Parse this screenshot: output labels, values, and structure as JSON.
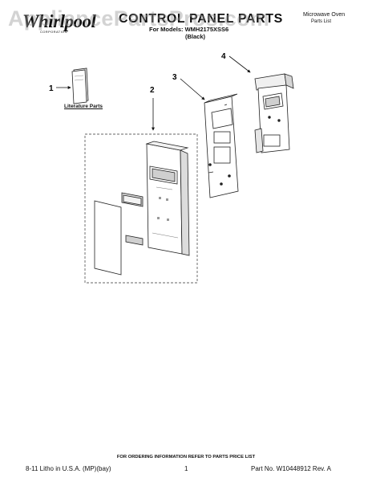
{
  "header": {
    "brand": "Whirlpool",
    "brand_tagline": "CORPORATION",
    "title": "CONTROL PANEL PARTS",
    "model_line": "For Models: WMH2175XSS6",
    "color": "(Black)",
    "product_type": "Microwave Oven",
    "product_sub": "Parts List"
  },
  "watermark": "AppliancePartsPros.com",
  "callouts": [
    "1",
    "2",
    "3",
    "4"
  ],
  "literature_label": "Literature Parts",
  "footer": {
    "order_note": "FOR ORDERING INFORMATION REFER TO PARTS PRICE LIST",
    "litho": "8-11 Litho in U.S.A. (MP)(bay)",
    "page": "1",
    "part_no": "Part No. W10448912 Rev. A"
  }
}
